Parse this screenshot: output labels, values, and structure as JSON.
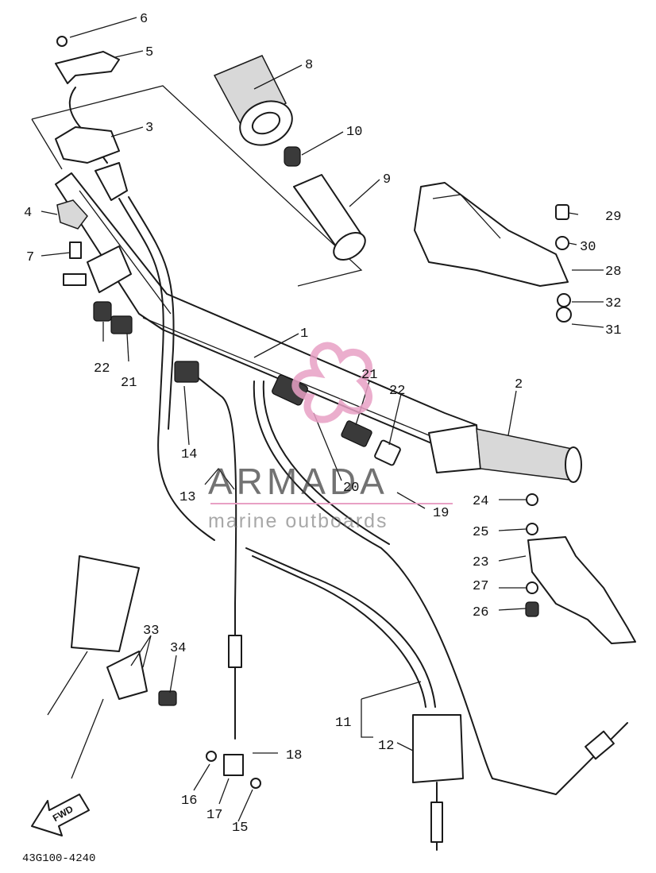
{
  "watermark": {
    "brand": "ARMADA",
    "tagline": "marine outboards",
    "logo_color": "#e8a0c4"
  },
  "diagram_code": "43G100-4240",
  "direction_marker": "FWD",
  "callouts": [
    "1",
    "2",
    "3",
    "4",
    "5",
    "6",
    "7",
    "8",
    "9",
    "10",
    "11",
    "12",
    "13",
    "14",
    "15",
    "16",
    "17",
    "18",
    "19",
    "20",
    "21",
    "21",
    "22",
    "22",
    "23",
    "24",
    "25",
    "26",
    "27",
    "28",
    "29",
    "30",
    "31",
    "32",
    "33",
    "34"
  ]
}
